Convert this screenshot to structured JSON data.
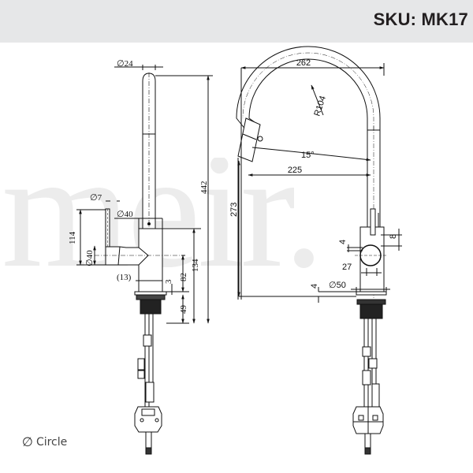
{
  "header": {
    "sku_label": "SKU: MK17",
    "background": "#e6e7e8"
  },
  "watermark": {
    "text": "meir."
  },
  "side_view": {
    "dimensions": {
      "spout_diameter": "24",
      "total_height": "442",
      "lever_diameter": "7",
      "body_diameter": "40",
      "lever_height": "114",
      "handle_diameter": "40",
      "body_height": "134",
      "handle_center_height": "82",
      "lever_offset": "(13)",
      "base_plate": "3",
      "shank_length": "49"
    }
  },
  "front_view": {
    "dimensions": {
      "reach": "262",
      "bend_radius": "R104",
      "spray_angle": "15°",
      "spray_reach": "225",
      "spray_height": "273",
      "handle_offset_top": "4",
      "handle_offset_right": "8",
      "handle_width": "27",
      "base_diameter": "50",
      "base_offset": "4"
    }
  },
  "legend": {
    "symbol": "∅",
    "label": "Circle"
  }
}
